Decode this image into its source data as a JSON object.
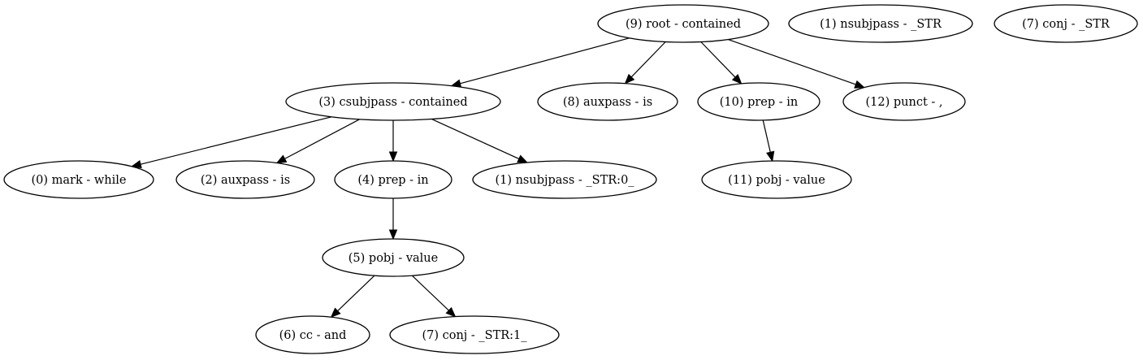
{
  "graph": {
    "nodes": [
      {
        "id": "n9",
        "label": "(9) root - contained"
      },
      {
        "id": "n1a",
        "label": "(1) nsubjpass - _STR"
      },
      {
        "id": "n7a",
        "label": "(7) conj - _STR"
      },
      {
        "id": "n3",
        "label": "(3) csubjpass - contained"
      },
      {
        "id": "n8",
        "label": "(8) auxpass - is"
      },
      {
        "id": "n10",
        "label": "(10) prep - in"
      },
      {
        "id": "n12",
        "label": "(12) punct - ,"
      },
      {
        "id": "n0",
        "label": "(0) mark - while"
      },
      {
        "id": "n2",
        "label": "(2) auxpass - is"
      },
      {
        "id": "n4",
        "label": "(4) prep - in"
      },
      {
        "id": "n1",
        "label": "(1) nsubjpass - _STR:0_"
      },
      {
        "id": "n11",
        "label": "(11) pobj - value"
      },
      {
        "id": "n5",
        "label": "(5) pobj - value"
      },
      {
        "id": "n6",
        "label": "(6) cc - and"
      },
      {
        "id": "n7",
        "label": "(7) conj - _STR:1_"
      }
    ],
    "edges": [
      {
        "from": "n9",
        "to": "n3"
      },
      {
        "from": "n9",
        "to": "n8"
      },
      {
        "from": "n9",
        "to": "n10"
      },
      {
        "from": "n9",
        "to": "n12"
      },
      {
        "from": "n3",
        "to": "n0"
      },
      {
        "from": "n3",
        "to": "n2"
      },
      {
        "from": "n3",
        "to": "n4"
      },
      {
        "from": "n3",
        "to": "n1"
      },
      {
        "from": "n10",
        "to": "n11"
      },
      {
        "from": "n4",
        "to": "n5"
      },
      {
        "from": "n5",
        "to": "n6"
      },
      {
        "from": "n5",
        "to": "n7"
      }
    ]
  }
}
